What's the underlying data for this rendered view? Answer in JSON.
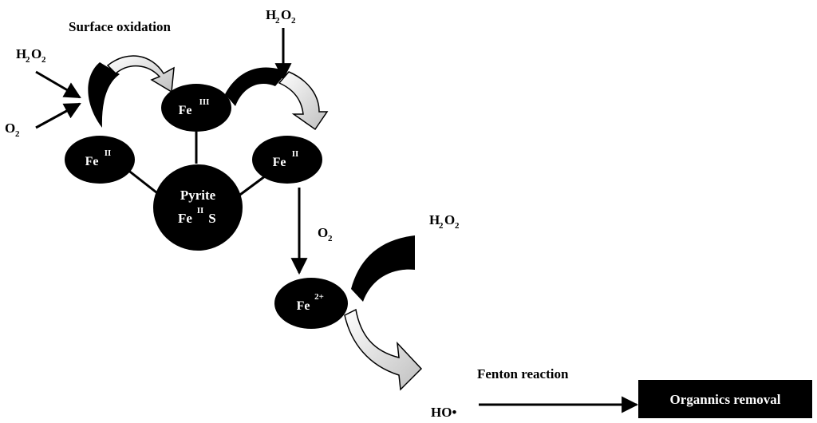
{
  "diagram": {
    "title": "Surface oxidation",
    "process_label": "Fenton reaction",
    "nodes": {
      "pyrite": {
        "line1": "Pyrite",
        "line2_base": "Fe",
        "line2_sup": "II",
        "line2_tail": "S"
      },
      "fe_ii_left": {
        "base": "Fe",
        "sup": "II"
      },
      "fe_iii": {
        "base": "Fe",
        "sup": "III"
      },
      "fe_ii_right": {
        "base": "Fe",
        "sup": "II"
      },
      "fe_2plus": {
        "base": "Fe",
        "sup": "2+"
      },
      "removal": {
        "label": "Organnics removal"
      }
    },
    "species": {
      "h2o2_left": {
        "base": "H",
        "sub1": "2",
        "mid": "O",
        "sub2": "2"
      },
      "o2_left": {
        "base": "O",
        "sub": "2"
      },
      "h2o2_top": {
        "base": "H",
        "sub1": "2",
        "mid": "O",
        "sub2": "2"
      },
      "o2_mid": {
        "base": "O",
        "sub": "2"
      },
      "h2o2_right": {
        "base": "H",
        "sub1": "2",
        "mid": "O",
        "sub2": "2"
      },
      "hydroxyl": {
        "label": "HO•"
      }
    },
    "colors": {
      "node_fill": "#000000",
      "node_text": "#ffffff",
      "arrow_fill_light": "#d9d9d9",
      "line": "#000000"
    }
  }
}
